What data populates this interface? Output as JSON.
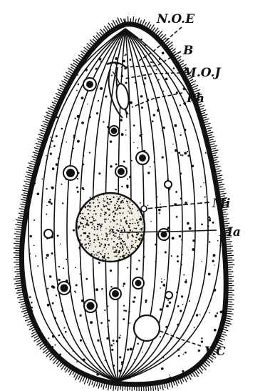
{
  "labels": {
    "noe": "N.O.E",
    "b": "B",
    "moj": "M.O.J",
    "ph": "Ph",
    "mi": "Mi",
    "ma": "Ma",
    "vc": "V.C"
  },
  "colors": {
    "ink": "#111111",
    "paper": "#ffffff",
    "macronucleus_fill": "#f2eee6"
  }
}
